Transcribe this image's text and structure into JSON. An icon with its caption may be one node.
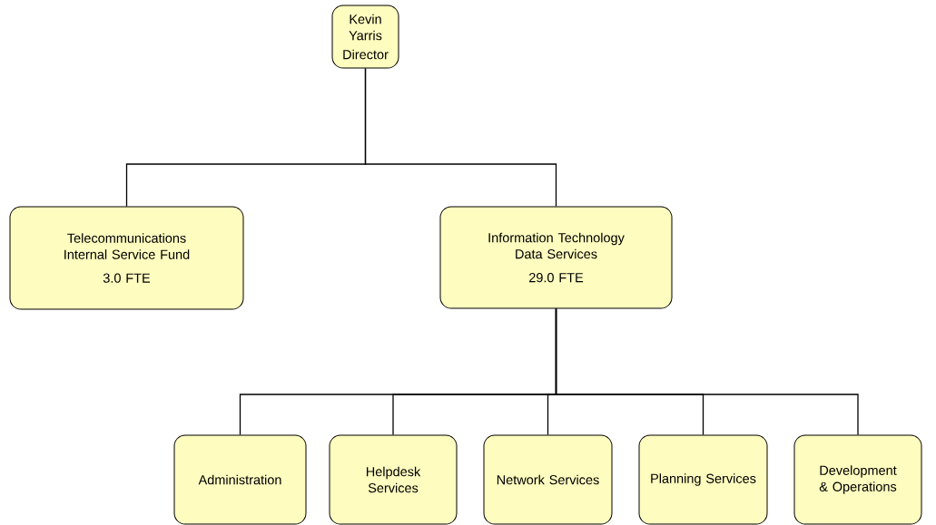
{
  "diagram": {
    "nodes": [
      {
        "text": [
          "Kevin Yarris",
          "Director"
        ]
      },
      {
        "text": [
          "Telecommunications Internal Service Fund",
          "3.0 FTE"
        ]
      },
      {
        "text": [
          "Information Technology Data Services",
          "29.0 FTE"
        ]
      },
      {
        "text": [
          "Administration"
        ]
      },
      {
        "text": [
          "Helpdesk Services"
        ]
      },
      {
        "text": [
          "Network Services"
        ]
      },
      {
        "text": [
          "Planning Services"
        ]
      },
      {
        "text": [
          "Development & Operations"
        ]
      }
    ],
    "edges": [
      {
        "from": 0,
        "to": 1,
        "arrow": "none"
      },
      {
        "from": 0,
        "to": 2,
        "arrow": "none"
      },
      {
        "from": 2,
        "to": 3,
        "arrow": "none"
      },
      {
        "from": 2,
        "to": 4,
        "arrow": "none"
      },
      {
        "from": 2,
        "to": 5,
        "arrow": "none"
      },
      {
        "from": 2,
        "to": 6,
        "arrow": "none"
      },
      {
        "from": 2,
        "to": 7,
        "arrow": "none"
      }
    ]
  }
}
